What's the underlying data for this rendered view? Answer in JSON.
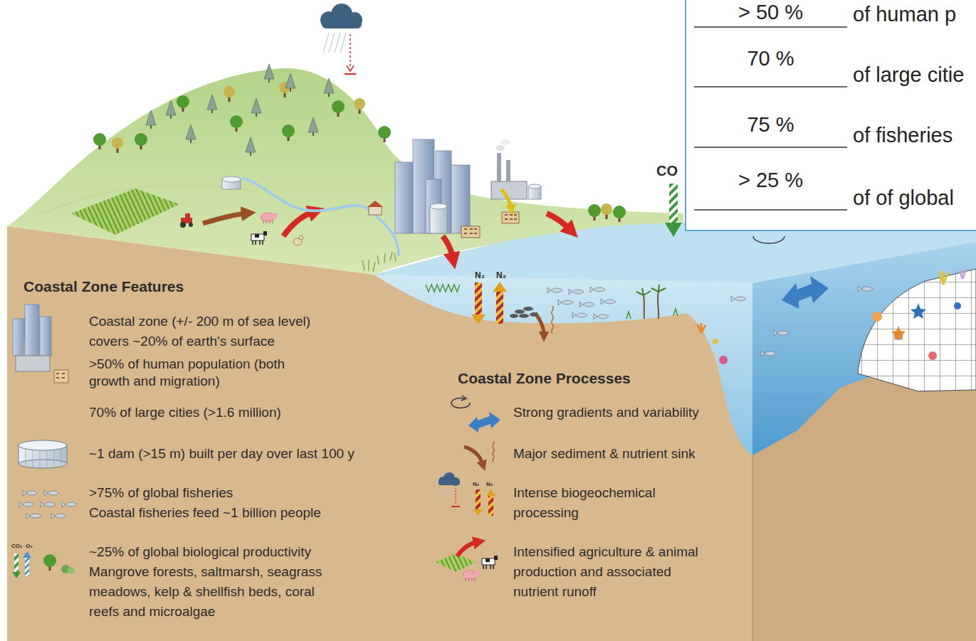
{
  "diagram": {
    "nodes": [
      {
        "text": [
          "> 50 %",
          "of human p",
          "70 %",
          "of large citie",
          "75 %",
          "of fisheries",
          "> 25 %",
          "of of global"
        ]
      }
    ],
    "labels": [
      "Coastal Zone Features",
      "Coastal zone (+/- 200 m of sea level) covers ~20% of earth's surface",
      ">50% of human population (both growth and migration)",
      "70% of large cities (>1.6 million)",
      "~1 dam (>15 m) built per day over last 100 y",
      ">75% of global fisheries",
      "Coastal fisheries feed ~1 billion people",
      "~25% of global biological productivity",
      "Mangrove forests, saltmarsh, seagrass meadows, kelp & shellfish beds, coral reefs and microalgae",
      "Coastal Zone Processes",
      "Strong gradients and variability",
      "Major sediment & nutrient sink",
      "Intense biogeochemical processing",
      "Intensified agriculture & animal production and associated nutrient runoff",
      "N₂",
      "N₂",
      "CO",
      "CO₂",
      "O₂",
      "N₂",
      "N₂"
    ]
  }
}
